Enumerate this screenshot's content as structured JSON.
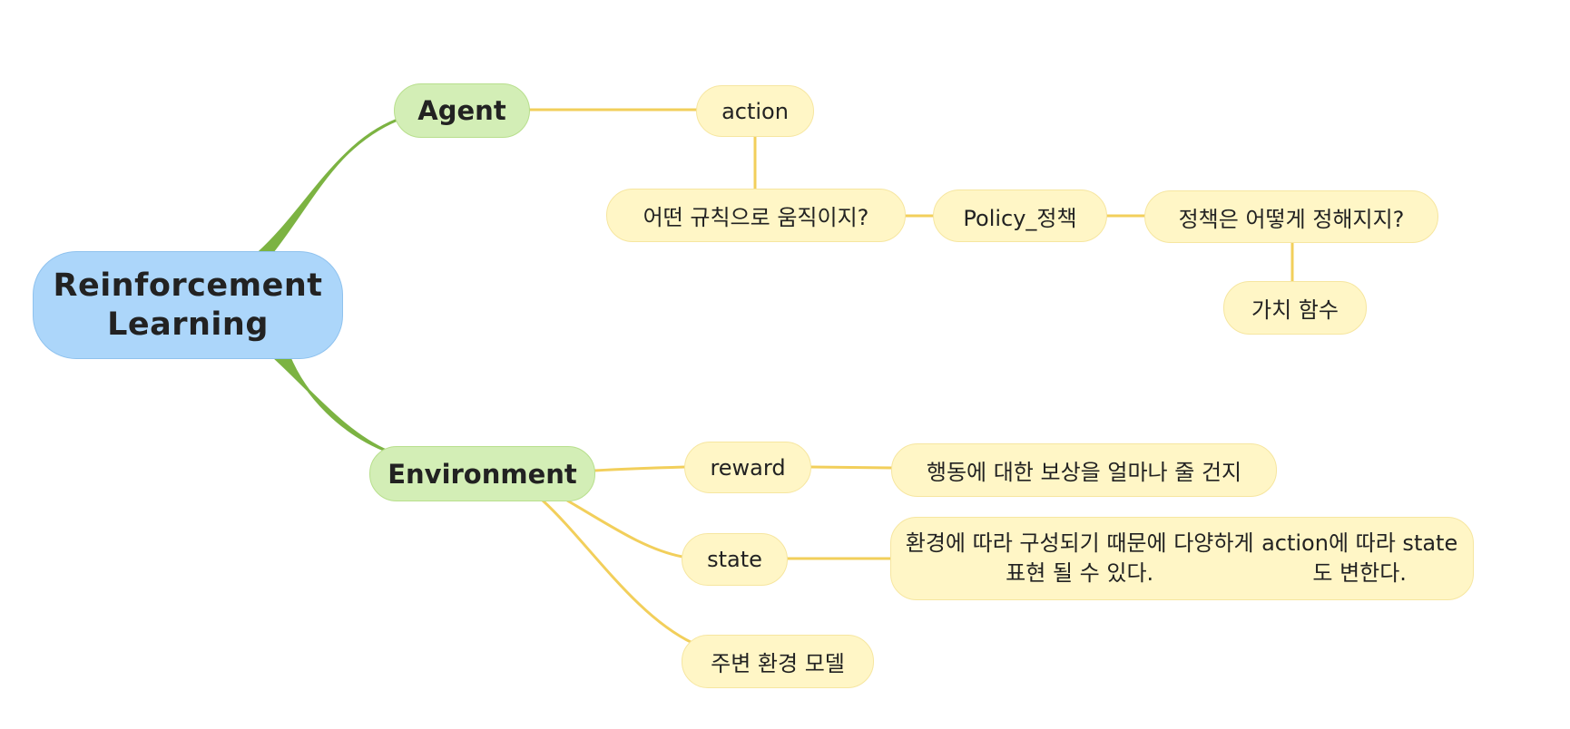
{
  "root": {
    "title": "Reinforcement Learning"
  },
  "agent": {
    "label": "Agent",
    "action": "action",
    "question": "어떤 규칙으로 움직이지?",
    "policy": "Policy_정책",
    "policy_question": "정책은 어떻게 정해지지?",
    "value_function": "가치 함수"
  },
  "environment": {
    "label": "Environment",
    "reward": "reward",
    "reward_desc": "행동에 대한 보상을 얼마나 줄 건지",
    "state": "state",
    "state_desc_line1": "환경에 따라 구성되기 때문에 다양하게 표현 될 수 있다.",
    "state_desc_line2": "action에 따라 state도 변한다.",
    "model": "주변 환경 모델"
  },
  "colors": {
    "root_fill": "#acd6fa",
    "branch_fill": "#d3eeb6",
    "leaf_fill": "#fff6c6",
    "main_link": "#7cb342",
    "sub_link": "#f2cf5b"
  }
}
